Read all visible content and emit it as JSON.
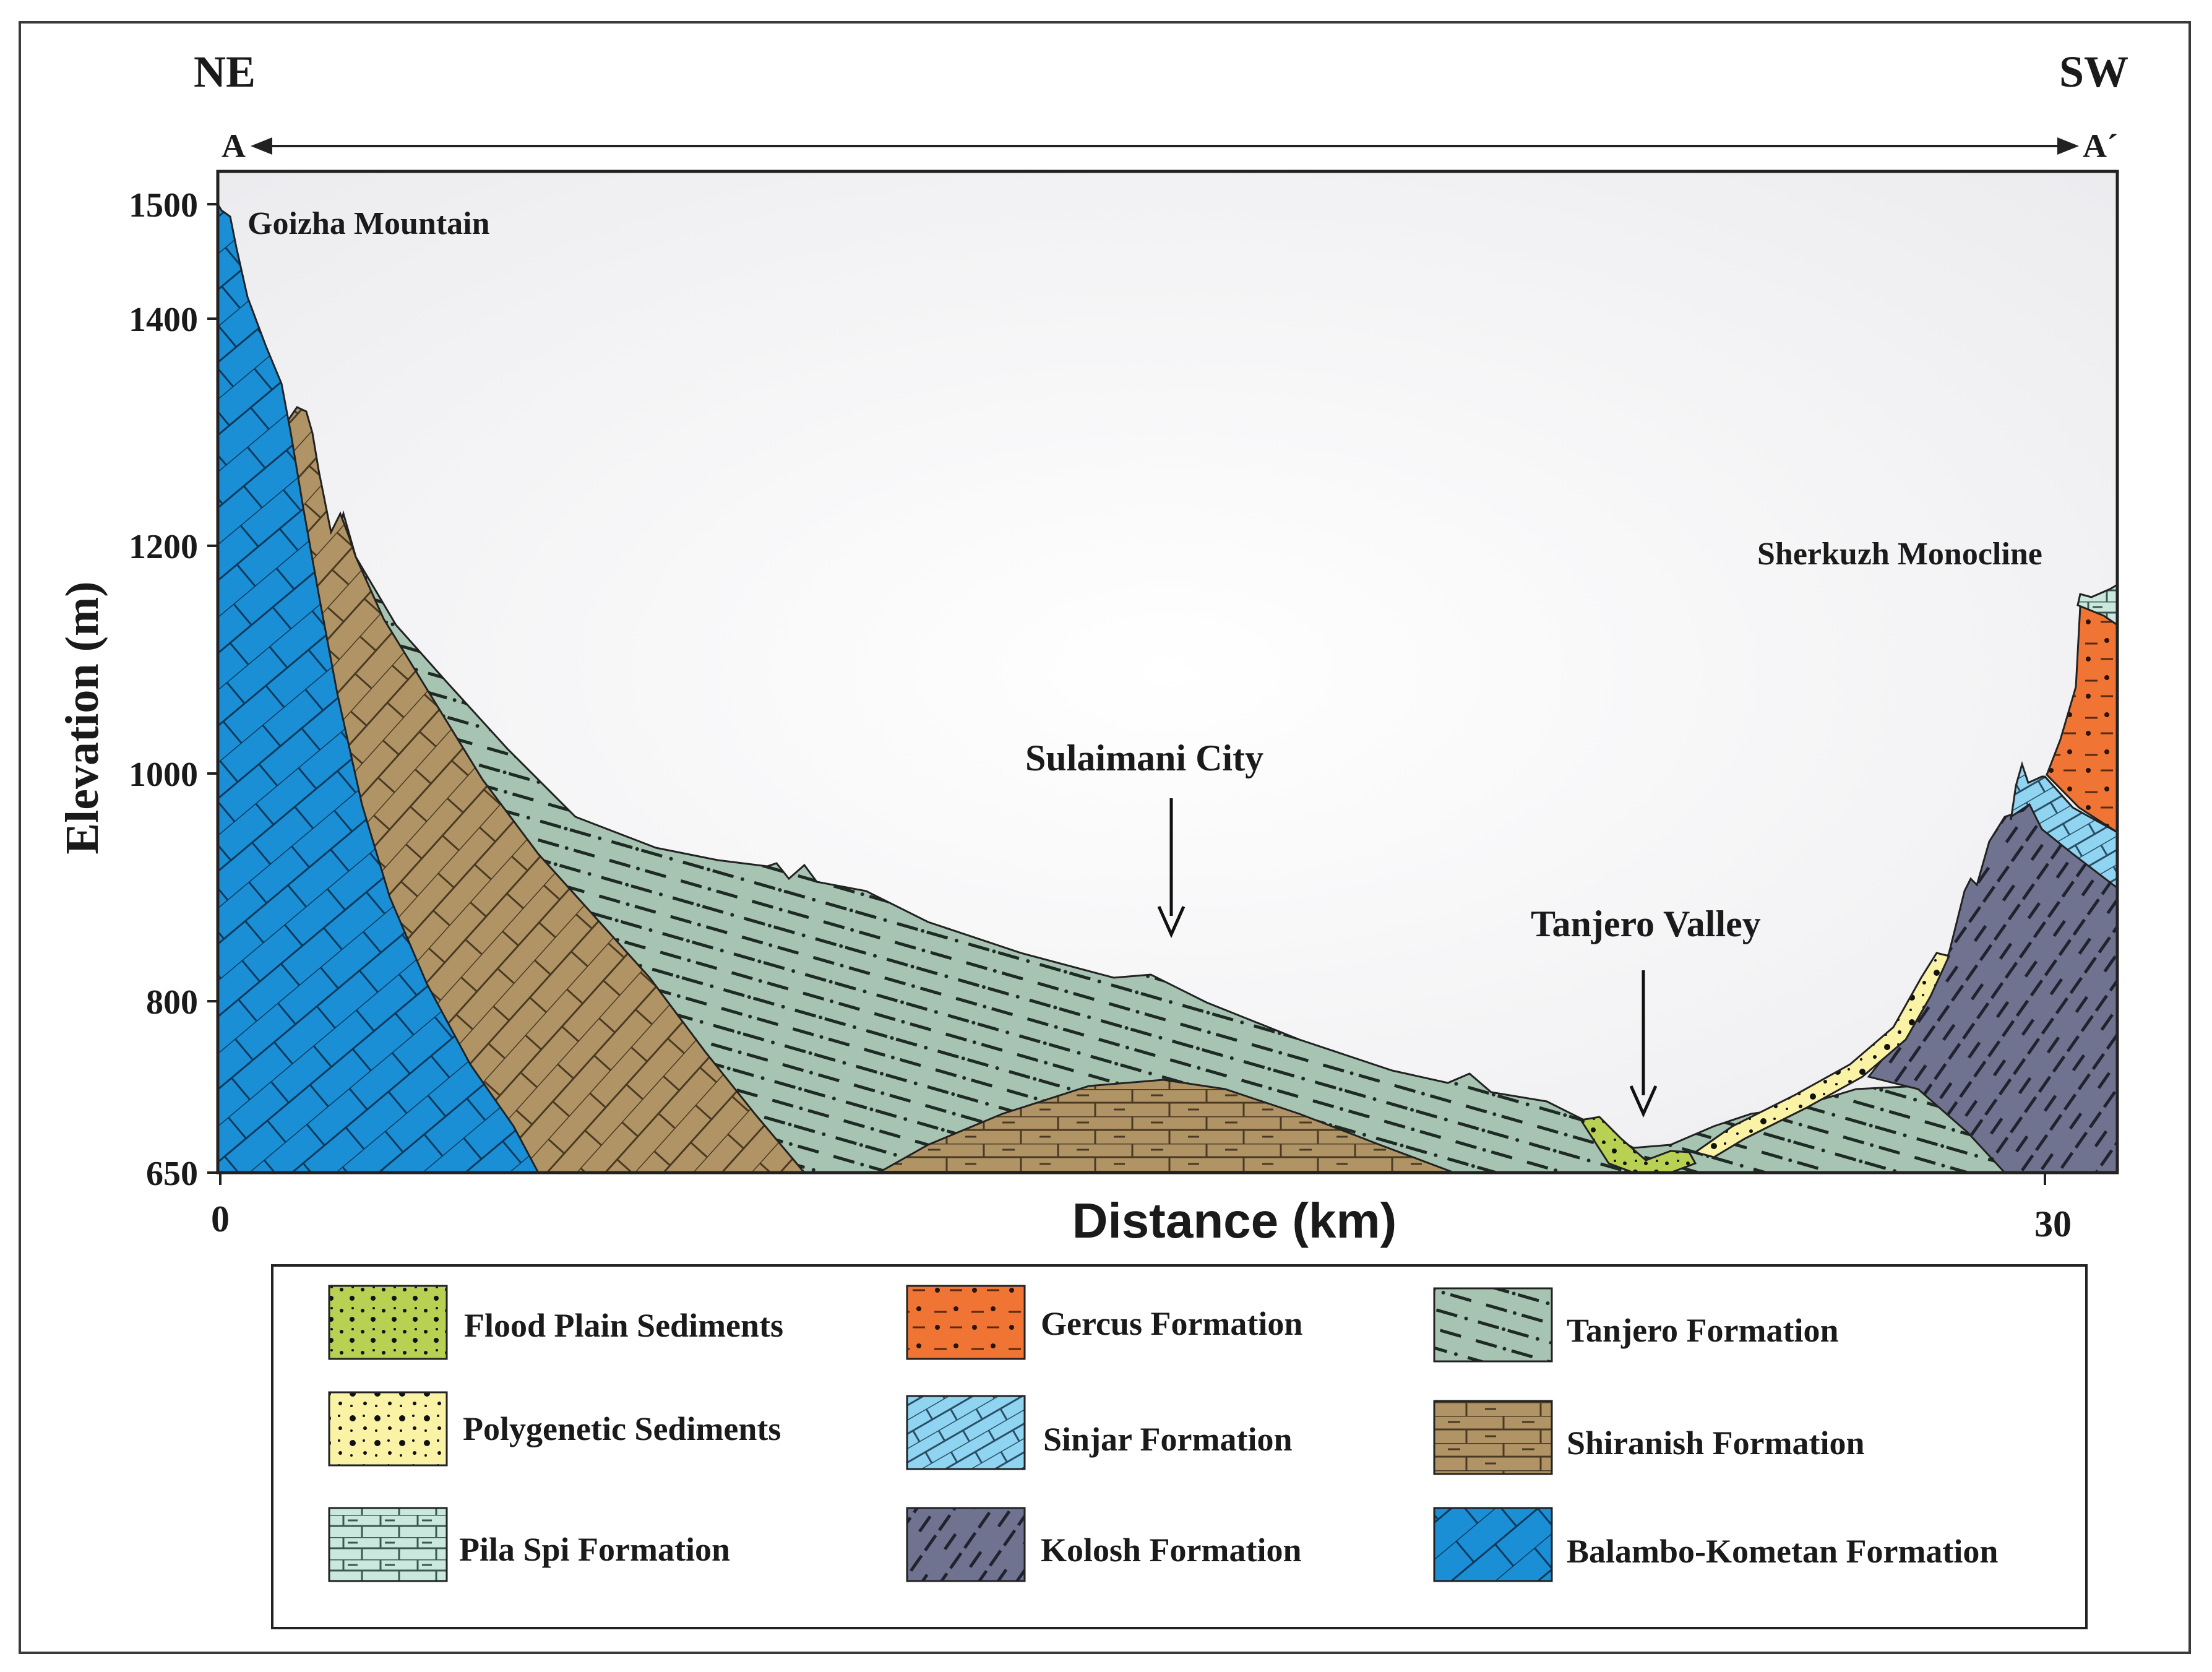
{
  "direction": {
    "left": "NE",
    "right": "SW"
  },
  "section": {
    "start": "A",
    "end": "A´"
  },
  "axes": {
    "y_label": "Elevation (m)",
    "x_label": "Distance (km)",
    "y_ticks": [
      "1500",
      "1400",
      "1200",
      "1000",
      "800",
      "650"
    ],
    "x_ticks": [
      "0",
      "30"
    ]
  },
  "annotations": {
    "goizha": "Goizha Mountain",
    "sherkuzh": "Sherkuzh Monocline",
    "sulaimani": "Sulaimani City",
    "tanjero_valley": "Tanjero Valley"
  },
  "legend": [
    {
      "label": "Flood Plain Sediments",
      "color": "#b9d153",
      "pattern": "dots-dark"
    },
    {
      "label": "Gercus Formation",
      "color": "#f07535",
      "pattern": "dash-dot-orange"
    },
    {
      "label": "Tanjero Formation",
      "color": "#a7c4b3",
      "pattern": "dash-dot"
    },
    {
      "label": "Polygenetic Sediments",
      "color": "#faf3a6",
      "pattern": "dots-large"
    },
    {
      "label": "Sinjar Formation",
      "color": "#8fd4f1",
      "pattern": "brick"
    },
    {
      "label": "Shiranish Formation",
      "color": "#b09466",
      "pattern": "brick-dash"
    },
    {
      "label": "Pila Spi Formation",
      "color": "#cbe8de",
      "pattern": "brick-dash"
    },
    {
      "label": "Kolosh Formation",
      "color": "#6f7390",
      "pattern": "dashes"
    },
    {
      "label": "Balambo-Kometan Formation",
      "color": "#1b8fd6",
      "pattern": "brick"
    }
  ]
}
